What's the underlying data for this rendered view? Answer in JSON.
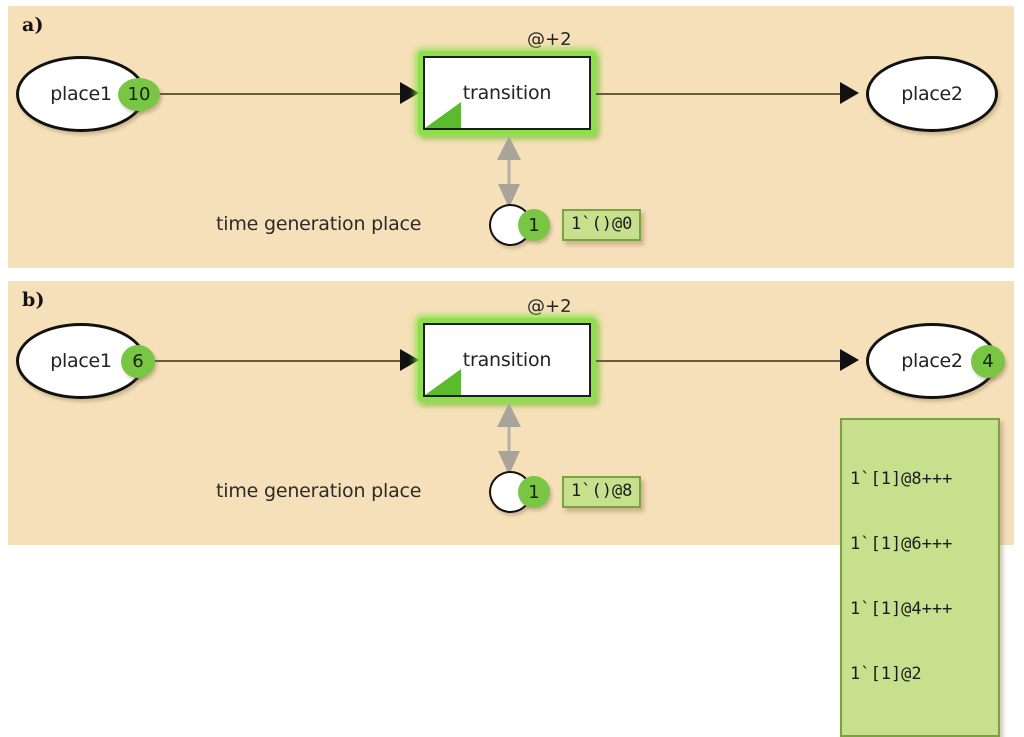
{
  "figure": {
    "type": "petri-net-diagram",
    "background_color": "#f6e0b9",
    "accent_green": "#79c544",
    "marking_box_fill": "#c7e08d",
    "arc_color": "#6b5a3c"
  },
  "panels": [
    {
      "label": "a)",
      "place1": {
        "name": "place1",
        "tokens": "10"
      },
      "transition": {
        "name": "transition",
        "time_expression": "@+2",
        "enabled": true
      },
      "place2": {
        "name": "place2",
        "tokens": ""
      },
      "time_generation_place": {
        "label": "time generation place",
        "tokens": "1",
        "marking": "1`()@0"
      },
      "place2_marking": []
    },
    {
      "label": "b)",
      "place1": {
        "name": "place1",
        "tokens": "6"
      },
      "transition": {
        "name": "transition",
        "time_expression": "@+2",
        "enabled": true
      },
      "place2": {
        "name": "place2",
        "tokens": "4"
      },
      "time_generation_place": {
        "label": "time generation place",
        "tokens": "1",
        "marking": "1`()@8"
      },
      "place2_marking": [
        "1`[1]@8+++",
        "1`[1]@6+++",
        "1`[1]@4+++",
        "1`[1]@2"
      ]
    }
  ]
}
